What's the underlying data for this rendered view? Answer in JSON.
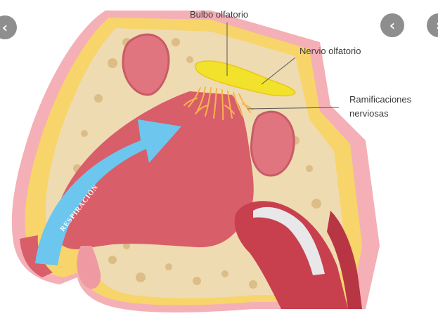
{
  "labels": {
    "bulbo": "Bulbo olfatorio",
    "nervio": "Nervio olfatorio",
    "ramificaciones_1": "Ramificaciones",
    "ramificaciones_2": "nerviosas",
    "respiracion": "RESPIRACIÓN"
  },
  "nav": {
    "prev_icon": "chevron-left-icon",
    "next_icon": "chevron-left-icon"
  },
  "colors": {
    "skin": "#f3a3a8",
    "yellow_fat": "#f7d76a",
    "bone": "#f0dcb4",
    "bone_spots": "#dcc08a",
    "cavity": "#d9616c",
    "cavity_dark": "#b84652",
    "sinus": "#e57f89",
    "arrow": "#6fc8ee",
    "bulb": "#f3e12b",
    "nerve_fibers": "#f6b94a"
  }
}
